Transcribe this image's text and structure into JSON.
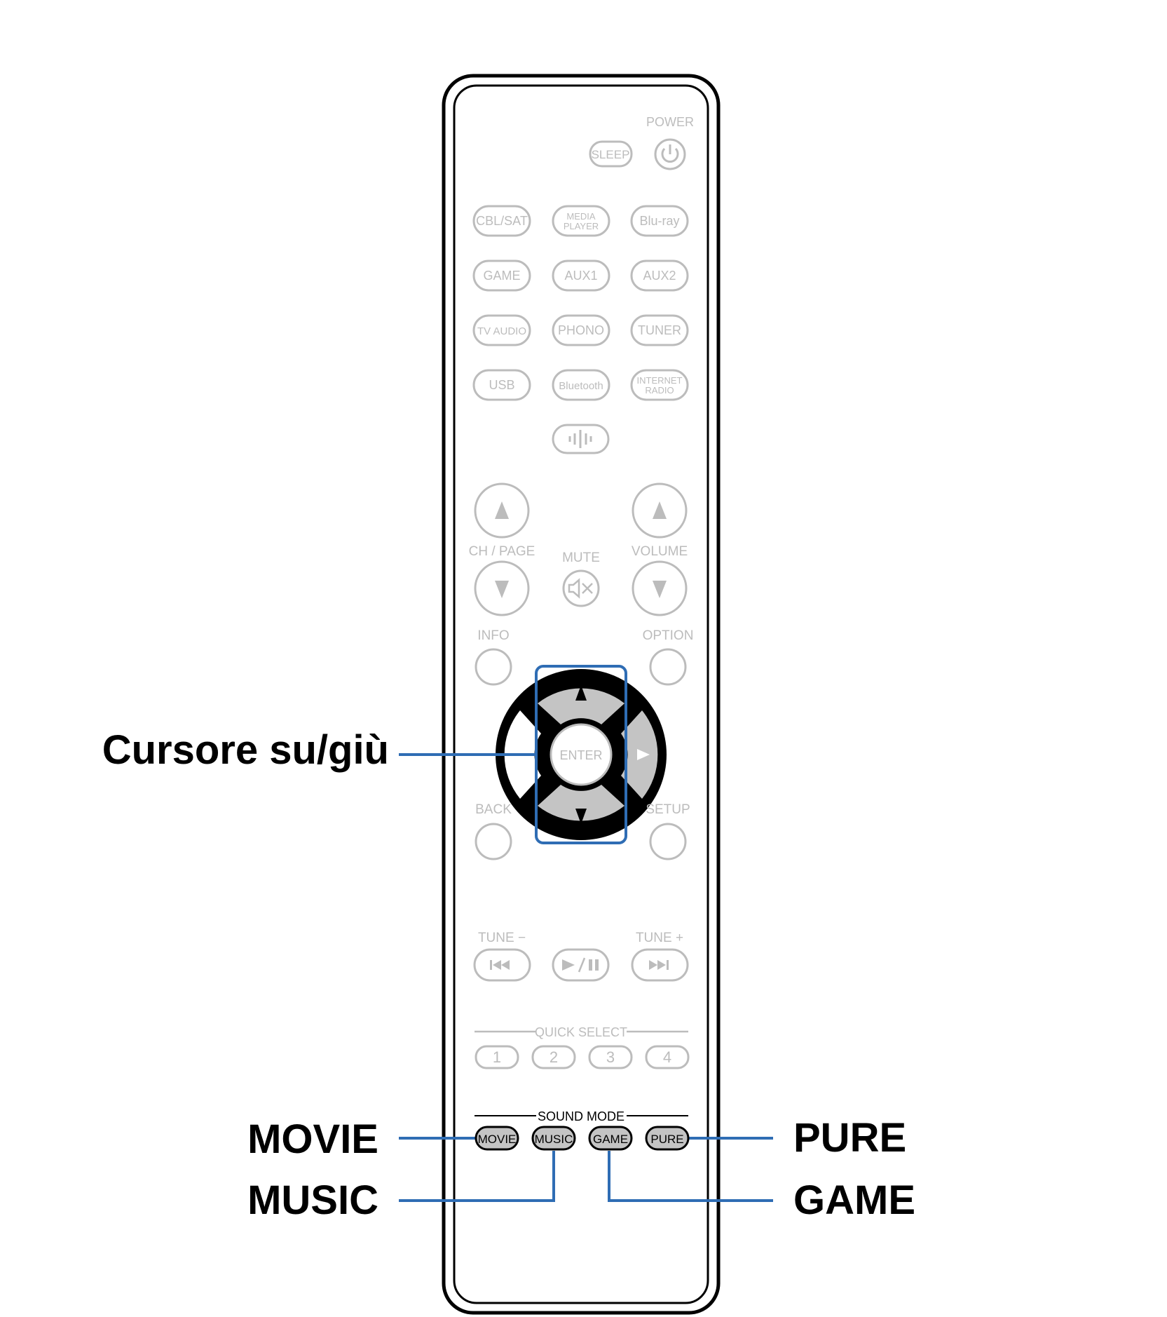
{
  "labels": {
    "power": "POWER",
    "sleep": "SLEEP",
    "sources": [
      [
        "CBL/SAT",
        "MEDIA|PLAYER",
        "Blu-ray"
      ],
      [
        "GAME",
        "AUX1",
        "AUX2"
      ],
      [
        "TV AUDIO",
        "PHONO",
        "TUNER"
      ],
      [
        "USB",
        "Bluetooth",
        "INTERNET|RADIO"
      ]
    ],
    "ch_page": "CH / PAGE",
    "mute": "MUTE",
    "volume": "VOLUME",
    "info": "INFO",
    "option": "OPTION",
    "enter": "ENTER",
    "back": "BACK",
    "setup": "SETUP",
    "tune_minus": "TUNE −",
    "tune_plus": "TUNE +",
    "quick_select": "QUICK SELECT",
    "quick_numbers": [
      "1",
      "2",
      "3",
      "4"
    ],
    "sound_mode": "SOUND MODE",
    "sound_buttons": [
      "MOVIE",
      "MUSIC",
      "GAME",
      "PURE"
    ]
  },
  "callouts": {
    "cursor": "Cursore su/giù",
    "movie": "MOVIE",
    "music": "MUSIC",
    "pure": "PURE",
    "game": "GAME"
  },
  "colors": {
    "outline": "#000000",
    "faded": "#bcbcbc",
    "highlight": "#2f6db4",
    "button_fill": "#c4c4c4"
  }
}
